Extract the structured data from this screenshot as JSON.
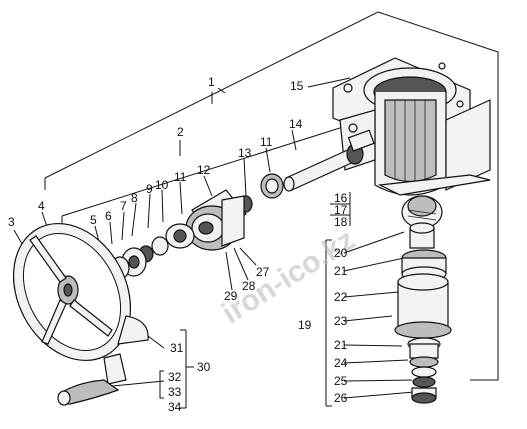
{
  "watermark": "iron-ico.kz",
  "callouts": {
    "c1": "1",
    "c2": "2",
    "c3": "3",
    "c4": "4",
    "c5": "5",
    "c6": "6",
    "c7": "7",
    "c8": "8",
    "c9": "9",
    "c10": "10",
    "c11a": "11",
    "c11b": "11",
    "c12": "12",
    "c13": "13",
    "c14": "14",
    "c15": "15",
    "c16": "16",
    "c17": "17",
    "c18": "18",
    "c19": "19",
    "c20": "20",
    "c21a": "21",
    "c21b": "21",
    "c22": "22",
    "c23": "23",
    "c24": "24",
    "c25": "25",
    "c26": "26",
    "c27": "27",
    "c28": "28",
    "c29": "29",
    "c30": "30",
    "c31": "31",
    "c32": "32",
    "c33": "33",
    "c34": "34"
  }
}
